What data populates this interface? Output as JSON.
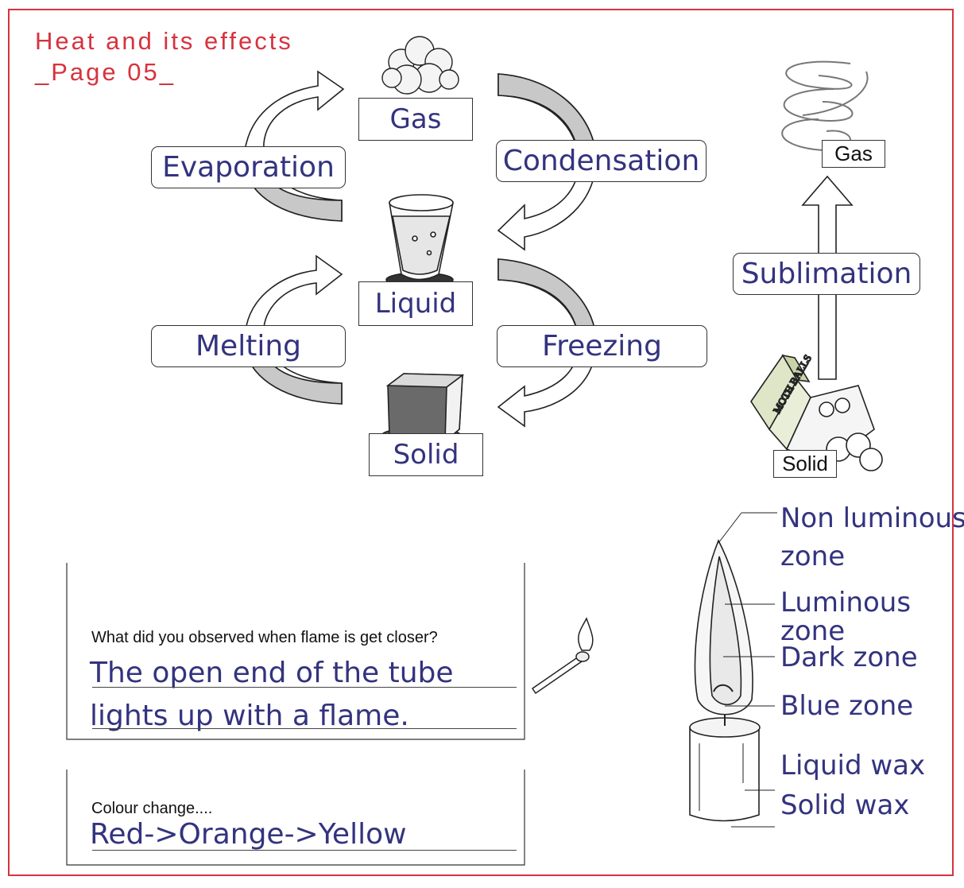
{
  "header": {
    "title_line1": "Heat and its effects",
    "title_line2": "_Page 05_"
  },
  "states": {
    "gas": "Gas",
    "liquid": "Liquid",
    "solid": "Solid"
  },
  "processes": {
    "evaporation": "Evaporation",
    "condensation": "Condensation",
    "melting": "Melting",
    "freezing": "Freezing",
    "sublimation": "Sublimation"
  },
  "sublimation_panel": {
    "gas_label": "Gas",
    "solid_label": "Solid",
    "box_label": "MOTH BALLS"
  },
  "candle": {
    "zones": [
      "Non luminous",
      "zone",
      "Luminous",
      "zone",
      "Dark zone",
      "Blue zone",
      "Liquid wax",
      "Solid wax"
    ]
  },
  "questions": [
    {
      "prompt": "What did you observed when flame is get closer?",
      "answer_lines": [
        "The open end of the tube",
        "lights up with a flame."
      ]
    },
    {
      "prompt": "Colour change....",
      "answer_lines": [
        "Red->Orange->Yellow"
      ]
    }
  ],
  "colors": {
    "frame": "#d6333f",
    "title": "#d6333f",
    "handwriting": "#33337f",
    "arrow_fill": "#c8c8c8"
  }
}
